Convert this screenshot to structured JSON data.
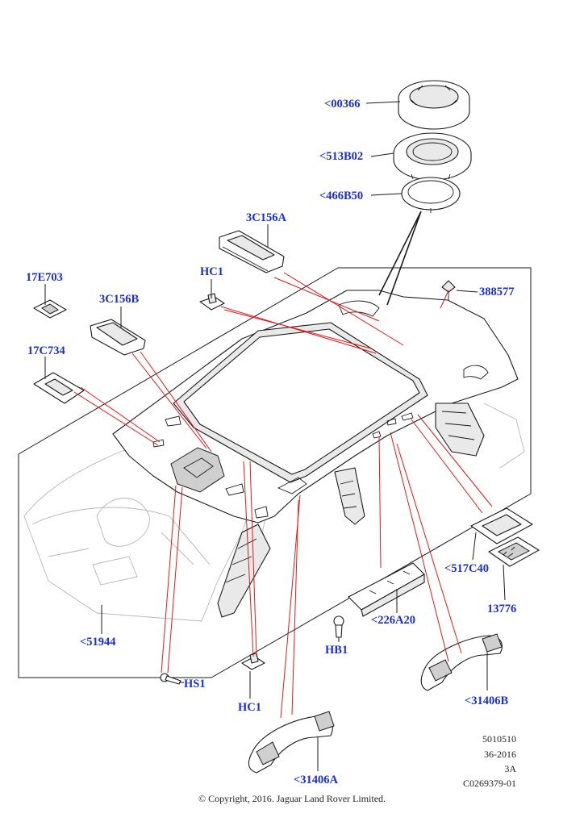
{
  "labels": {
    "p00366": "<00366",
    "p513B02": "<513B02",
    "p466B50": "<466B50",
    "p3C156A": "3C156A",
    "pHC1_top": "HC1",
    "p388577": "388577",
    "p17E703": "17E703",
    "p3C156B": "3C156B",
    "p17C734": "17C734",
    "p517C40": "<517C40",
    "p13776": "13776",
    "p226A20": "<226A20",
    "pHB1": "HB1",
    "p51944": "<51944",
    "pHS1": "HS1",
    "pHC1_bottom": "HC1",
    "p31406B": "<31406B",
    "p31406A": "<31406A"
  },
  "reference": {
    "line1": "5010510",
    "line2": "36-2016",
    "line3": "3A",
    "line4": "C0269379-01"
  },
  "copyright": "© Copyright, 2016. Jaguar Land Rover Limited.",
  "colors": {
    "label_blue": "#1a2fd0",
    "callout_red": "#e11a1a",
    "line_black": "#1a1a1a"
  }
}
